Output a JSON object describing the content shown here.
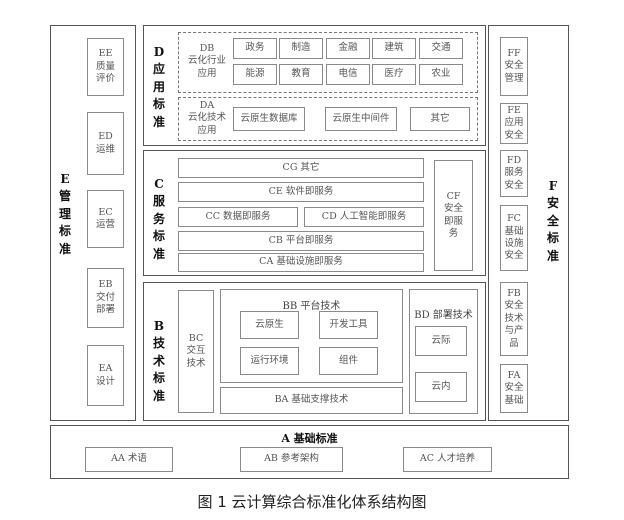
{
  "caption": "图 1  云计算综合标准化体系结构图",
  "E": {
    "code": "E",
    "label": "管理标准",
    "items": [
      {
        "code": "EE",
        "label": "质量评价"
      },
      {
        "code": "ED",
        "label": "运维"
      },
      {
        "code": "EC",
        "label": "运营"
      },
      {
        "code": "EB",
        "label": "交付部署"
      },
      {
        "code": "EA",
        "label": "设计"
      }
    ]
  },
  "F": {
    "code": "F",
    "label": "安全标准",
    "items": [
      {
        "code": "FF",
        "label": "安全管理"
      },
      {
        "code": "FE",
        "label": "应用安全"
      },
      {
        "code": "FD",
        "label": "服务安全"
      },
      {
        "code": "FC",
        "label": "基础设施安全"
      },
      {
        "code": "FB",
        "label": "安全技术与产品"
      },
      {
        "code": "FA",
        "label": "安全基础"
      }
    ]
  },
  "D": {
    "code": "D",
    "label": "应用标准",
    "DB": {
      "code": "DB",
      "label": "云化行业应用",
      "items": [
        "政务",
        "制造",
        "金融",
        "建筑",
        "交通",
        "能源",
        "教育",
        "电信",
        "医疗",
        "农业"
      ]
    },
    "DA": {
      "code": "DA",
      "label": "云化技术应用",
      "items": [
        "云原生数据库",
        "云原生中间件",
        "其它"
      ]
    }
  },
  "C": {
    "code": "C",
    "label": "服务标准",
    "CG": "CG 其它",
    "CE": "CE 软件即服务",
    "CC": "CC 数据即服务",
    "CD": "CD 人工智能即服务",
    "CB": "CB 平台即服务",
    "CA": "CA 基础设施即服务",
    "CF": {
      "code": "CF",
      "label": "安全即服务"
    }
  },
  "B": {
    "code": "B",
    "label": "技术标准",
    "BC": {
      "code": "BC",
      "label": "交互技术"
    },
    "BB": {
      "title": "BB 平台技术",
      "items": [
        "云原生",
        "开发工具",
        "运行环境",
        "组件"
      ]
    },
    "BA": "BA 基础支撑技术",
    "BD": {
      "title": "BD 部署技术",
      "items": [
        "云际",
        "云内"
      ]
    }
  },
  "A": {
    "title": "A 基础标准",
    "items": [
      "AA 术语",
      "AB 参考架构",
      "AC 人才培养"
    ]
  }
}
